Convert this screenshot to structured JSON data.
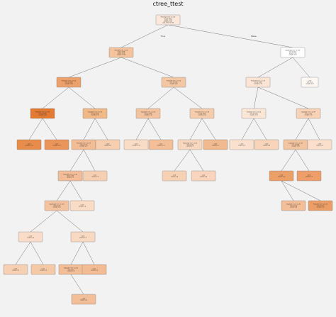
{
  "title": "ctree_ttest",
  "edge_labels": {
    "left": "True",
    "right": "False"
  },
  "nodes": [
    {
      "id": "n0",
      "color": "#fce8da",
      "lines": [
        "Petallength (cm) <= 2.45",
        "ttest = 0.432",
        "pvalue = 0.0",
        "samples = 150",
        "value = [50, 50, 50]"
      ]
    },
    {
      "id": "n1",
      "color": "#f4c29c",
      "lines": [
        "Petalwidth (cm) <= 0.8",
        "ttest = 0.396",
        "pvalue = 0.0",
        "samples = 100"
      ]
    },
    {
      "id": "n2",
      "color": "#ffffff",
      "lines": [
        "Sepallength (cm) <= 6.05",
        "ttest = 0.412",
        "pvalue = 0.0",
        "samples = 50"
      ]
    },
    {
      "id": "n3",
      "color": "#eca16a",
      "lines": [
        "Petalwidth (cm) <= 1.65",
        "ttest = 0.308",
        "samples = 54"
      ]
    },
    {
      "id": "n4",
      "color": "#f4c7a4",
      "lines": [
        "Petalwidth (cm) <= 1.75",
        "ttest = 0.352",
        "samples = 46"
      ]
    },
    {
      "id": "n5",
      "color": "#fbe4d3",
      "lines": [
        "Petalwidth (cm) <= 1.55",
        "ttest = 0.387",
        "samples = 30"
      ]
    },
    {
      "id": "n6",
      "color": "#fef7f2",
      "lines": [
        "L-leaf",
        "ttest = 0.2",
        "samples = 20"
      ]
    },
    {
      "id": "n7",
      "color": "#e37a34",
      "lines": [
        "Petalwidth (cm) <= 0.95",
        "ttest = 0.148",
        "samples = 24"
      ]
    },
    {
      "id": "n8",
      "color": "#f1b888",
      "lines": [
        "Sepalwidth (cm) <= 2.75",
        "ttest = 0.392",
        "samples = 30"
      ]
    },
    {
      "id": "n9",
      "color": "#f3c3a0",
      "lines": [
        "Sepalwidth (cm) <= 2.55",
        "ttest = 0.382",
        "samples = 22"
      ]
    },
    {
      "id": "n10",
      "color": "#f5ccac",
      "lines": [
        "Petalwidth (cm) <= 1.85",
        "ttest = 0.402",
        "samples = 24"
      ]
    },
    {
      "id": "n11",
      "color": "#fbe6d6",
      "lines": [
        "Petalwidth (cm) <= 1.45",
        "ttest = 0.378",
        "samples = 14"
      ]
    },
    {
      "id": "n12",
      "color": "#f7d2b6",
      "lines": [
        "Sepalwidth (cm) <= 2.95",
        "ttest = 0.39",
        "samples = 16"
      ]
    },
    {
      "id": "n13",
      "color": "#e88c4b",
      "lines": [
        "L-leaf",
        "samples = 12"
      ]
    },
    {
      "id": "n14",
      "color": "#ea955a",
      "lines": [
        "L-leaf",
        "samples = 12"
      ]
    },
    {
      "id": "n15",
      "color": "#f2bd95",
      "lines": [
        "Petalwidth (cm) <= 1.35",
        "ttest = 0.37",
        "samples = 22"
      ]
    },
    {
      "id": "n16",
      "color": "#f6ceb0",
      "lines": [
        "L-leaf",
        "samples = 8"
      ]
    },
    {
      "id": "n17",
      "color": "#f9dcc6",
      "lines": [
        "L-leaf",
        "samples = 10"
      ]
    },
    {
      "id": "n18",
      "color": "#f2bf99",
      "lines": [
        "L-leaf",
        "samples = 12"
      ]
    },
    {
      "id": "n19",
      "color": "#f8d7bf",
      "lines": [
        "Sepallength (cm) <= 5.8",
        "ttest = 0.36",
        "samples = 9"
      ]
    },
    {
      "id": "n20",
      "color": "#f1b98f",
      "lines": [
        "L-leaf",
        "samples = 7"
      ]
    },
    {
      "id": "n21",
      "color": "#fae1cf",
      "lines": [
        "L-leaf",
        "samples = 6"
      ]
    },
    {
      "id": "n22",
      "color": "#f7d4ba",
      "lines": [
        "L-leaf",
        "samples = 8"
      ]
    },
    {
      "id": "n23",
      "color": "#f3c4a1",
      "lines": [
        "Sepalwidth (cm) <= 3.05",
        "ttest = 0.384",
        "samples = 10"
      ]
    },
    {
      "id": "n24",
      "color": "#fae0cc",
      "lines": [
        "L-leaf",
        "samples = 6"
      ]
    },
    {
      "id": "n25",
      "color": "#f2bd98",
      "lines": [
        "Petalwidth (cm) <= 1.65",
        "ttest = 0.35",
        "samples = 9"
      ]
    },
    {
      "id": "n26",
      "color": "#f6cfb2",
      "lines": [
        "L-leaf",
        "samples = 5"
      ]
    },
    {
      "id": "n27",
      "color": "#f7d1b4",
      "lines": [
        "L-leaf",
        "samples = 4"
      ]
    },
    {
      "id": "n28",
      "color": "#f7d4bb",
      "lines": [
        "L-leaf",
        "samples = 4"
      ]
    },
    {
      "id": "n29",
      "color": "#ed9f68",
      "lines": [
        "L-leaf",
        "samples = 5"
      ]
    },
    {
      "id": "n30",
      "color": "#ee9f69",
      "lines": [
        "L-leaf",
        "samples = 5"
      ]
    },
    {
      "id": "n31",
      "color": "#f3c3a0",
      "lines": [
        "Sepallength (cm) <= 6.25",
        "ttest = 0.33",
        "samples = 10"
      ]
    },
    {
      "id": "n32",
      "color": "#f9dcc6",
      "lines": [
        "L-leaf",
        "samples = 4"
      ]
    },
    {
      "id": "n33",
      "color": "#f2bf99",
      "lines": [
        "Sepalwidth (cm) <= 2.85",
        "ttest = 0.31",
        "samples = 8"
      ]
    },
    {
      "id": "n34",
      "color": "#eb9e66",
      "lines": [
        "Petalwidth (cm) <= 1.55",
        "ttest = 0.29",
        "samples = 12"
      ]
    },
    {
      "id": "n35",
      "color": "#f9ddc9",
      "lines": [
        "L-leaf",
        "samples = 4"
      ]
    },
    {
      "id": "n36",
      "color": "#f8d9c2",
      "lines": [
        "L-leaf",
        "samples = 4"
      ]
    },
    {
      "id": "n37",
      "color": "#f6d0b3",
      "lines": [
        "L-leaf",
        "samples = 4"
      ]
    },
    {
      "id": "n38",
      "color": "#f4c9a7",
      "lines": [
        "L-leaf",
        "samples = 4"
      ]
    },
    {
      "id": "n39",
      "color": "#f2be98",
      "lines": [
        "Sepalwidth (cm) <= 2.65",
        "ttest = 0.3",
        "samples = 8"
      ]
    },
    {
      "id": "n40",
      "color": "#f2bb93",
      "lines": [
        "L-leaf",
        "samples = 4"
      ]
    },
    {
      "id": "n41",
      "color": "#f2bf99",
      "lines": [
        "L-leaf",
        "samples = 4"
      ]
    }
  ]
}
